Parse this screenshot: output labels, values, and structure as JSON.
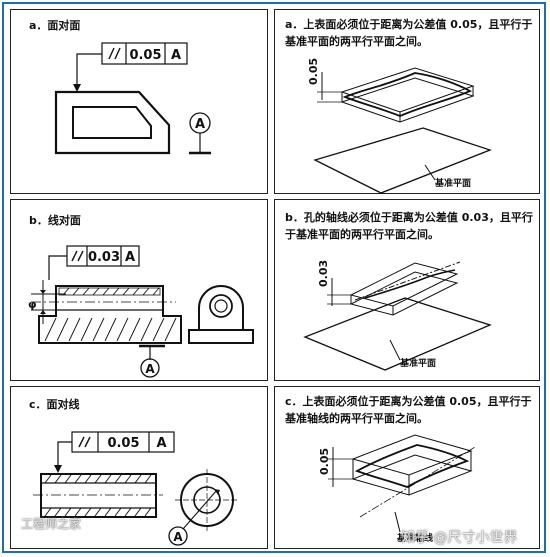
{
  "panels": [
    {
      "label": "a．面对面",
      "frame_tolerance": "0.05",
      "frame_symbol": "//",
      "datum": "A",
      "description": "a．上表面必须位于距离为公差值 0.05，且平行于基准平面的两平行平面之间。",
      "diagram_tolerance": "0.05",
      "diagram_note": "基准平面"
    },
    {
      "label": "b．线对面",
      "frame_tolerance": "0.03",
      "frame_symbol": "//",
      "datum": "A",
      "dia_symbol": "φ",
      "description": "b．孔的轴线必须位于距离为公差值 0.03，且平行于基准平面的两平行平面之间。",
      "diagram_tolerance": "0.03",
      "diagram_note": "基准平面"
    },
    {
      "label": "c．面对线",
      "frame_tolerance": "0.05",
      "frame_symbol": "//",
      "datum": "A",
      "description": "c．上表面必须位于距离为公差值 0.05，且平行于基准轴线的两平行平面之间。",
      "diagram_tolerance": "0.05",
      "diagram_note": "基准轴线"
    }
  ],
  "watermarks": {
    "right": "知乎 @尺寸小世界",
    "left": "工程师之家"
  },
  "colors": {
    "frame": "#1e6fa8",
    "line": "#111111"
  }
}
